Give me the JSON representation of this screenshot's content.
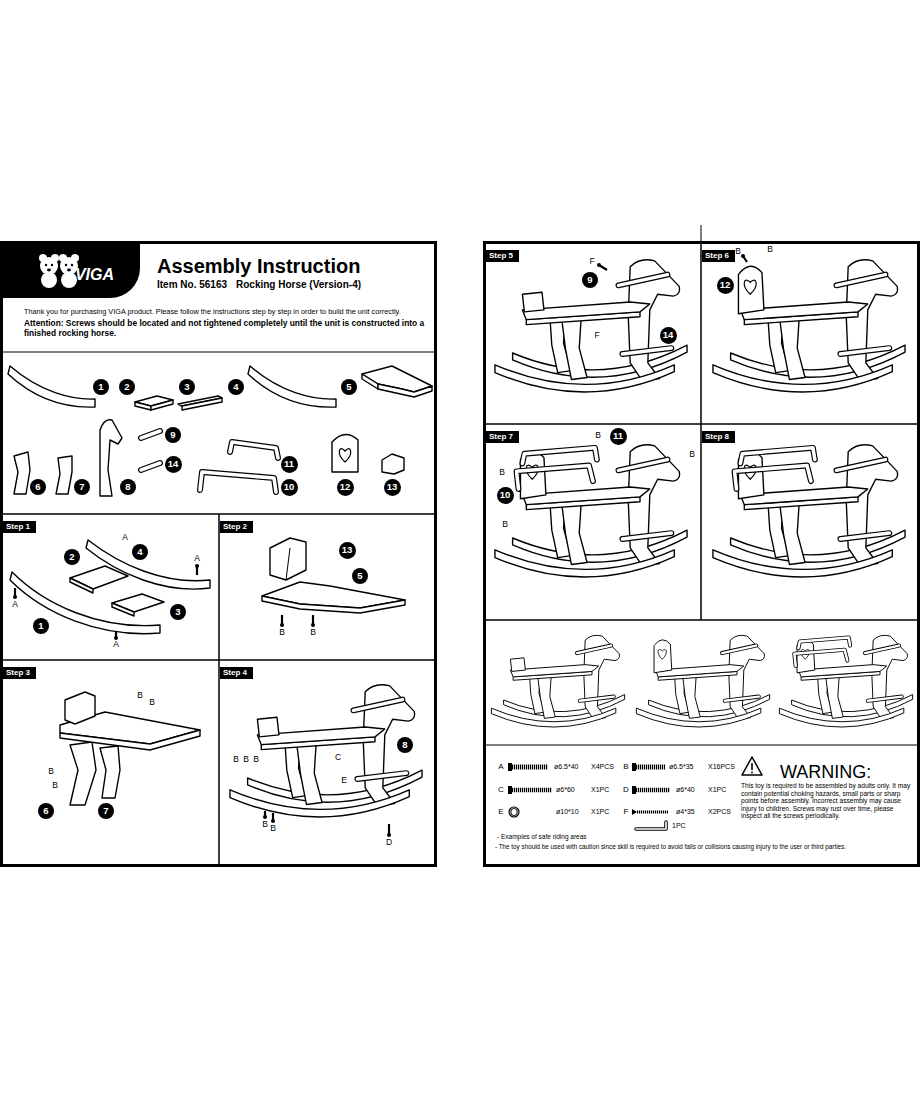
{
  "diagram": {
    "title": "Assembly Instruction",
    "nodes": [
      {
        "text": [
          "VIGA"
        ]
      },
      {
        "text": [
          "1"
        ]
      },
      {
        "text": [
          "2"
        ]
      },
      {
        "text": [
          "3"
        ]
      },
      {
        "text": [
          "4"
        ]
      },
      {
        "text": [
          "5"
        ]
      },
      {
        "text": [
          "9"
        ]
      },
      {
        "text": [
          "14"
        ]
      },
      {
        "text": [
          "11"
        ]
      },
      {
        "text": [
          "6"
        ]
      },
      {
        "text": [
          "7"
        ]
      },
      {
        "text": [
          "8"
        ]
      },
      {
        "text": [
          "10"
        ]
      },
      {
        "text": [
          "12"
        ]
      },
      {
        "text": [
          "13"
        ]
      },
      {
        "text": [
          "Step 1"
        ]
      },
      {
        "text": [
          "2"
        ],
        "in": 15
      },
      {
        "text": [
          "4"
        ],
        "in": 15
      },
      {
        "text": [
          "1"
        ],
        "in": 15
      },
      {
        "text": [
          "3"
        ],
        "in": 15
      },
      {
        "text": [
          "Step 2"
        ]
      },
      {
        "text": [
          "13"
        ],
        "in": 20
      },
      {
        "text": [
          "5"
        ],
        "in": 20
      },
      {
        "text": [
          "Step 3"
        ]
      },
      {
        "text": [
          "6"
        ],
        "in": 23
      },
      {
        "text": [
          "7"
        ],
        "in": 23
      },
      {
        "text": [
          "Step 4"
        ]
      },
      {
        "text": [
          "8"
        ],
        "in": 26
      },
      {
        "text": [
          "Step 5"
        ]
      },
      {
        "text": [
          "9"
        ],
        "in": 28
      },
      {
        "text": [
          "14"
        ],
        "in": 28
      },
      {
        "text": [
          "Step 6"
        ]
      },
      {
        "text": [
          "12"
        ],
        "in": 31
      },
      {
        "text": [
          "Step 7"
        ]
      },
      {
        "text": [
          "11"
        ],
        "in": 33
      },
      {
        "text": [
          "10"
        ],
        "in": 33
      },
      {
        "text": [
          "Step 8"
        ]
      }
    ],
    "labels": [
      "Item No. 56163",
      "Rocking Horse (Version-4)",
      "Thank you for purchasing VIGA product. Please follow the instructions step by step in order to build the unit correctly.",
      "Attention: Screws should be located and not tightened completely until the unit is constructed into a finished rocking horse.",
      "A",
      "A",
      "A",
      "A",
      "B",
      "B",
      "B",
      "B",
      "B",
      "B",
      "C",
      "E",
      "B",
      "B",
      "B",
      "B",
      "B",
      "D",
      "F",
      "F",
      "B",
      "B",
      "B",
      "B",
      "B",
      "B",
      "A",
      "ø6.5*40",
      "X4PCS",
      "B",
      "ø6.5*35",
      "X16PCS",
      "C",
      "ø6*60",
      "X1PC",
      "D",
      "ø6*40",
      "X1PC",
      "E",
      "ø10*10",
      "X1PC",
      "F",
      "ø4*35",
      "X2PCS",
      "1PC",
      "WARNING:",
      "This toy is required to be assembled by adults only. It may contain potential choking hazards, small parts or sharp points before assembly. Incorrect assembly may cause injury to children. Screws may rust over time, please inspect all the screws periodically.",
      "- Examples of safe riding areas",
      "- The toy should be used with caution since skill is required to avoid falls or collisions causing injury to the user or third parties."
    ]
  }
}
